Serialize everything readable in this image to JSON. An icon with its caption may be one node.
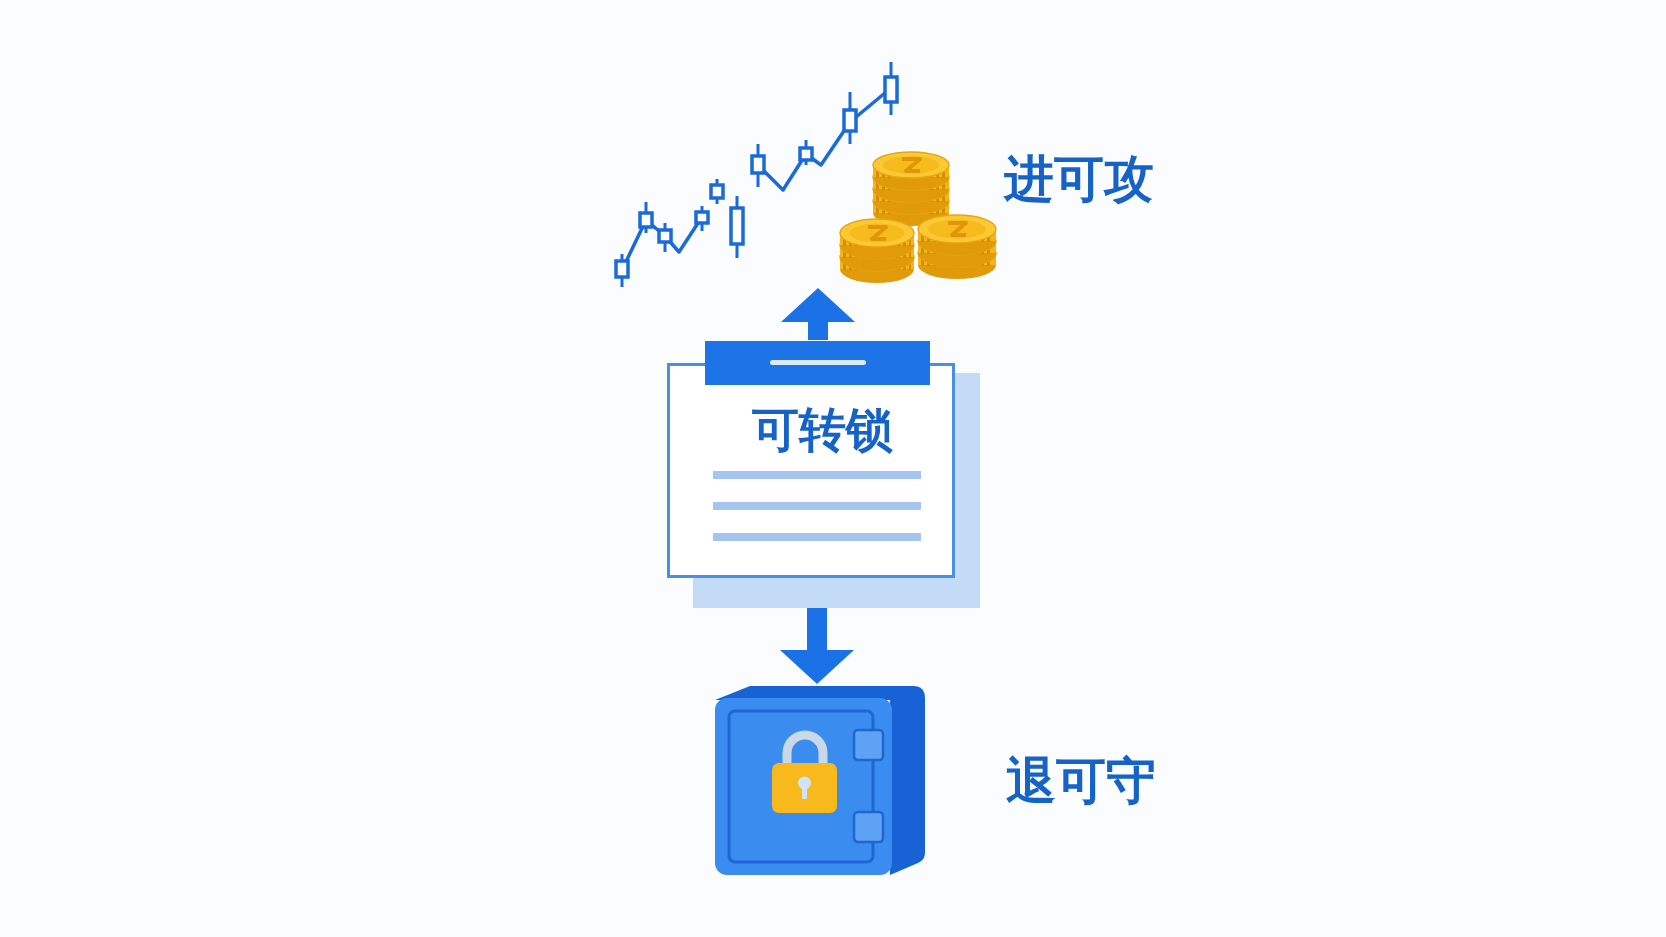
{
  "diagram": {
    "nodes": [
      {
        "text": [
          "可转锁"
        ]
      },
      {
        "text": [],
        "shape": "picture",
        "beside": [
          "进可攻"
        ]
      },
      {
        "text": [],
        "shape": "picture",
        "beside": [
          "退可守"
        ]
      }
    ],
    "edges": [
      {
        "from": 0,
        "to": 1,
        "arrow": "to"
      },
      {
        "from": 0,
        "to": 2,
        "arrow": "to"
      }
    ]
  }
}
